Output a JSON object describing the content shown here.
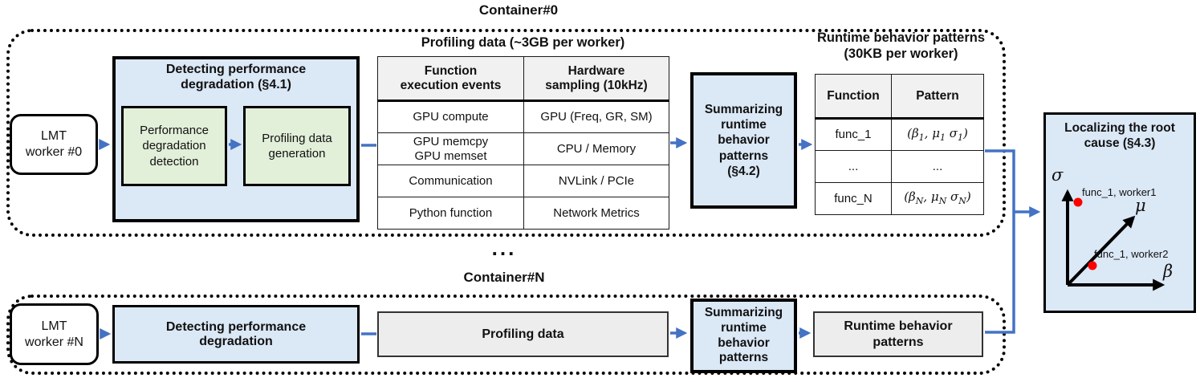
{
  "colors": {
    "accent_blue": "#4472C4",
    "box_blue": "#DBE8F6",
    "box_green": "#E2EFD9",
    "header_gray": "#F1F1F1",
    "box_gray": "#EDEDED",
    "point_red": "#FF0000"
  },
  "container0": {
    "label": "Container#0"
  },
  "containerN": {
    "label": "Container#N",
    "ellipsis": "..."
  },
  "top_row": {
    "lmt_worker": "LMT\nworker #0",
    "detecting_title": "Detecting performance\ndegradation (§4.1)",
    "perf_detection": "Performance\ndegradation\ndetection",
    "profiling_generation": "Profiling data\ngeneration",
    "profiling_table": {
      "title": "Profiling data (~3GB per worker)",
      "headers": [
        "Function\nexecution events",
        "Hardware\nsampling (10kHz)"
      ],
      "rows": [
        [
          "GPU compute",
          "GPU (Freq, GR, SM)"
        ],
        [
          "GPU memcpy\nGPU memset",
          "CPU / Memory"
        ],
        [
          "Communication",
          "NVLink / PCIe"
        ],
        [
          "Python function",
          "Network Metrics"
        ]
      ]
    },
    "summarizing": "Summarizing\nruntime\nbehavior\npatterns\n(§4.2)",
    "patterns_table": {
      "title": "Runtime behavior patterns\n(30KB per worker)",
      "headers": [
        "Function",
        "Pattern"
      ],
      "rows": [
        [
          "func_1",
          "(β_1, μ_1 σ_1)"
        ],
        [
          "...",
          "..."
        ],
        [
          "func_N",
          "(β_N, μ_N σ_N)"
        ]
      ]
    }
  },
  "bottom_row": {
    "lmt_worker": "LMT\nworker #N",
    "detecting": "Detecting performance\ndegradation",
    "profiling": "Profiling data",
    "summarizing": "Summarizing\nruntime\nbehavior\npatterns",
    "patterns": "Runtime behavior\npatterns"
  },
  "localizing": {
    "title": "Localizing the root\ncause (§4.3)",
    "y_axis": "σ",
    "diag_axis": "μ",
    "x_axis": "β",
    "point1_label": "func_1, worker1",
    "point2_label": "func_1, worker2"
  }
}
